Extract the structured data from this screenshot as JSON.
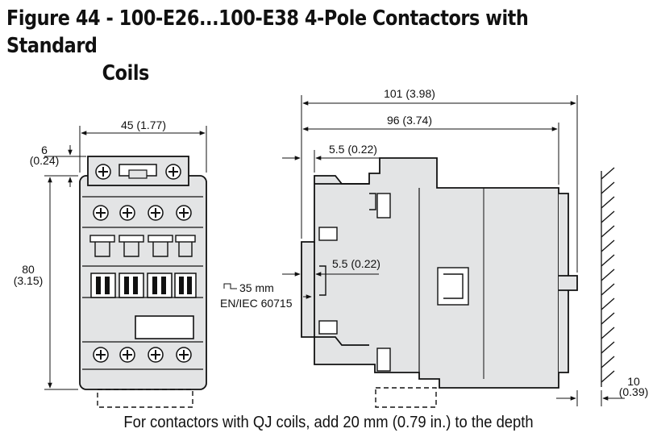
{
  "figure": {
    "title_line1": "Figure 44 - 100-E26...100-E38 4-Pole Contactors with Standard",
    "title_line2": "Coils"
  },
  "front_view": {
    "width_label": "45 (1.77)",
    "top_offset_value": "6",
    "top_offset_inch": "(0.24)",
    "height_value": "80",
    "height_inch": "(3.15)"
  },
  "side_view": {
    "overall_depth_label": "101 (3.98)",
    "depth_label": "96 (3.74)",
    "top_offset_label": "5.5 (0.22)",
    "rail_offset_label": "5.5 (0.22)",
    "rail_size_label": "35 mm",
    "rail_standard_label": "EN/IEC 60715",
    "wall_gap_value": "10",
    "wall_gap_inch": "(0.39)"
  },
  "footnote": "For contactors with QJ coils, add 20 mm (0.79 in.) to the depth"
}
